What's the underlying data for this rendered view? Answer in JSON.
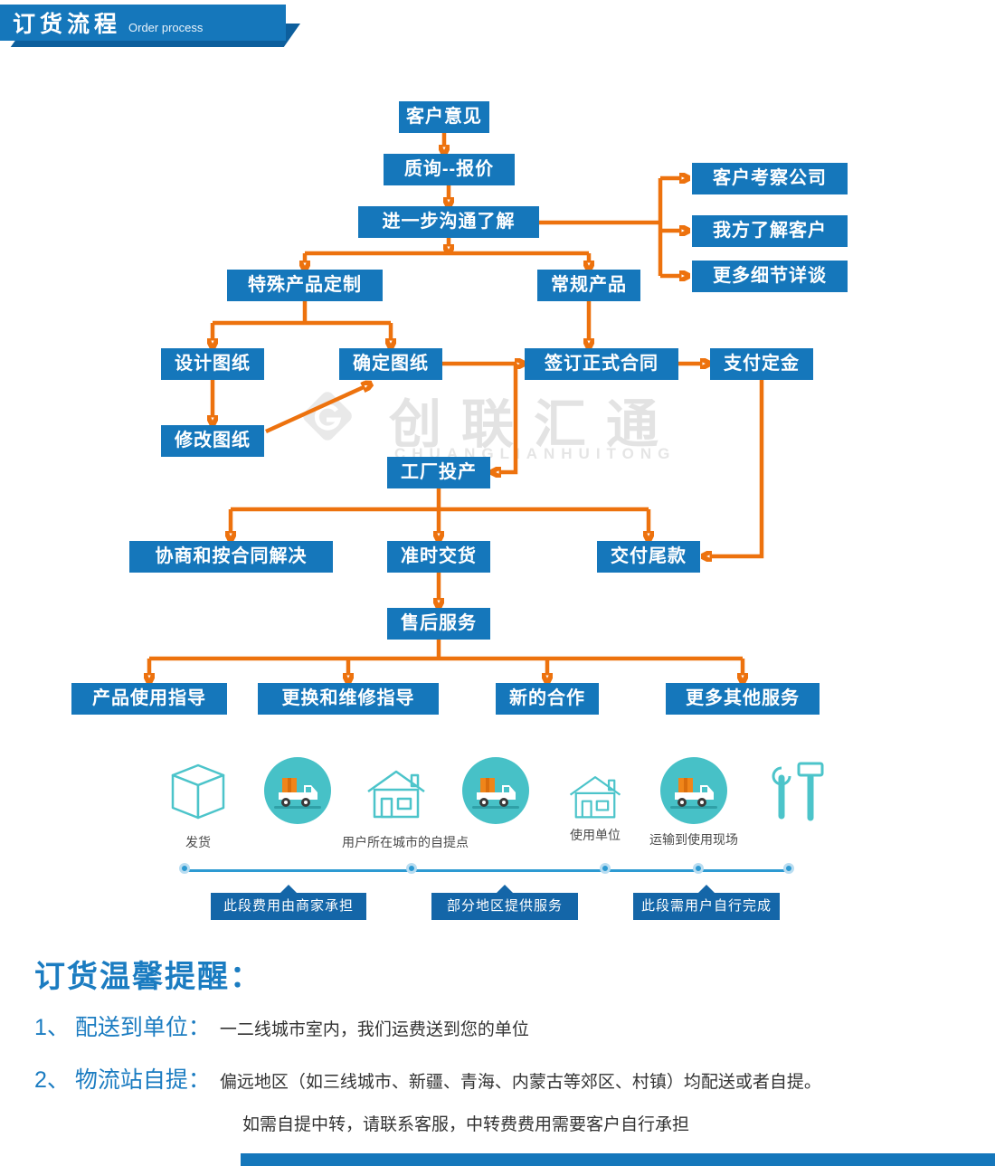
{
  "header": {
    "title": "订货流程",
    "subtitle": "Order process"
  },
  "flowchart": {
    "colors": {
      "node_bg": "#1577bb",
      "arrow": "#ed720e"
    },
    "nodes": [
      {
        "label": "客户意见"
      },
      {
        "label": "质询--报价"
      },
      {
        "label": "进一步沟通了解"
      },
      {
        "label": "客户考察公司"
      },
      {
        "label": "我方了解客户"
      },
      {
        "label": "更多细节详谈"
      },
      {
        "label": "特殊产品定制"
      },
      {
        "label": "常规产品"
      },
      {
        "label": "设计图纸"
      },
      {
        "label": "确定图纸"
      },
      {
        "label": "签订正式合同"
      },
      {
        "label": "支付定金"
      },
      {
        "label": "修改图纸"
      },
      {
        "label": "工厂投产"
      },
      {
        "label": "协商和按合同解决"
      },
      {
        "label": "准时交货"
      },
      {
        "label": "交付尾款"
      },
      {
        "label": "售后服务"
      },
      {
        "label": "产品使用指导"
      },
      {
        "label": "更换和维修指导"
      },
      {
        "label": "新的合作"
      },
      {
        "label": "更多其他服务"
      }
    ]
  },
  "watermark": {
    "name": "创联汇通",
    "romanized": "CHUANGLIANHUITONG"
  },
  "logistics": {
    "stops": [
      {
        "label": "发货"
      },
      {
        "label": "用户所在城市的自提点"
      },
      {
        "label": "使用单位"
      },
      {
        "label": "运输到使用现场"
      }
    ],
    "segments": [
      {
        "label": "此段费用由商家承担"
      },
      {
        "label": "部分地区提供服务"
      },
      {
        "label": "此段需用户自行完成"
      }
    ]
  },
  "reminder": {
    "title": "订货温馨提醒：",
    "items": [
      {
        "num": "1、",
        "term": "配送到单位：",
        "desc": "一二线城市室内，我们运费送到您的单位"
      },
      {
        "num": "2、",
        "term": "物流站自提：",
        "desc": "偏远地区（如三线城市、新疆、青海、内蒙古等郊区、村镇）均配送或者自提。"
      }
    ],
    "note": "如需自提中转，请联系客服，中转费费用需要客户自行承担"
  }
}
